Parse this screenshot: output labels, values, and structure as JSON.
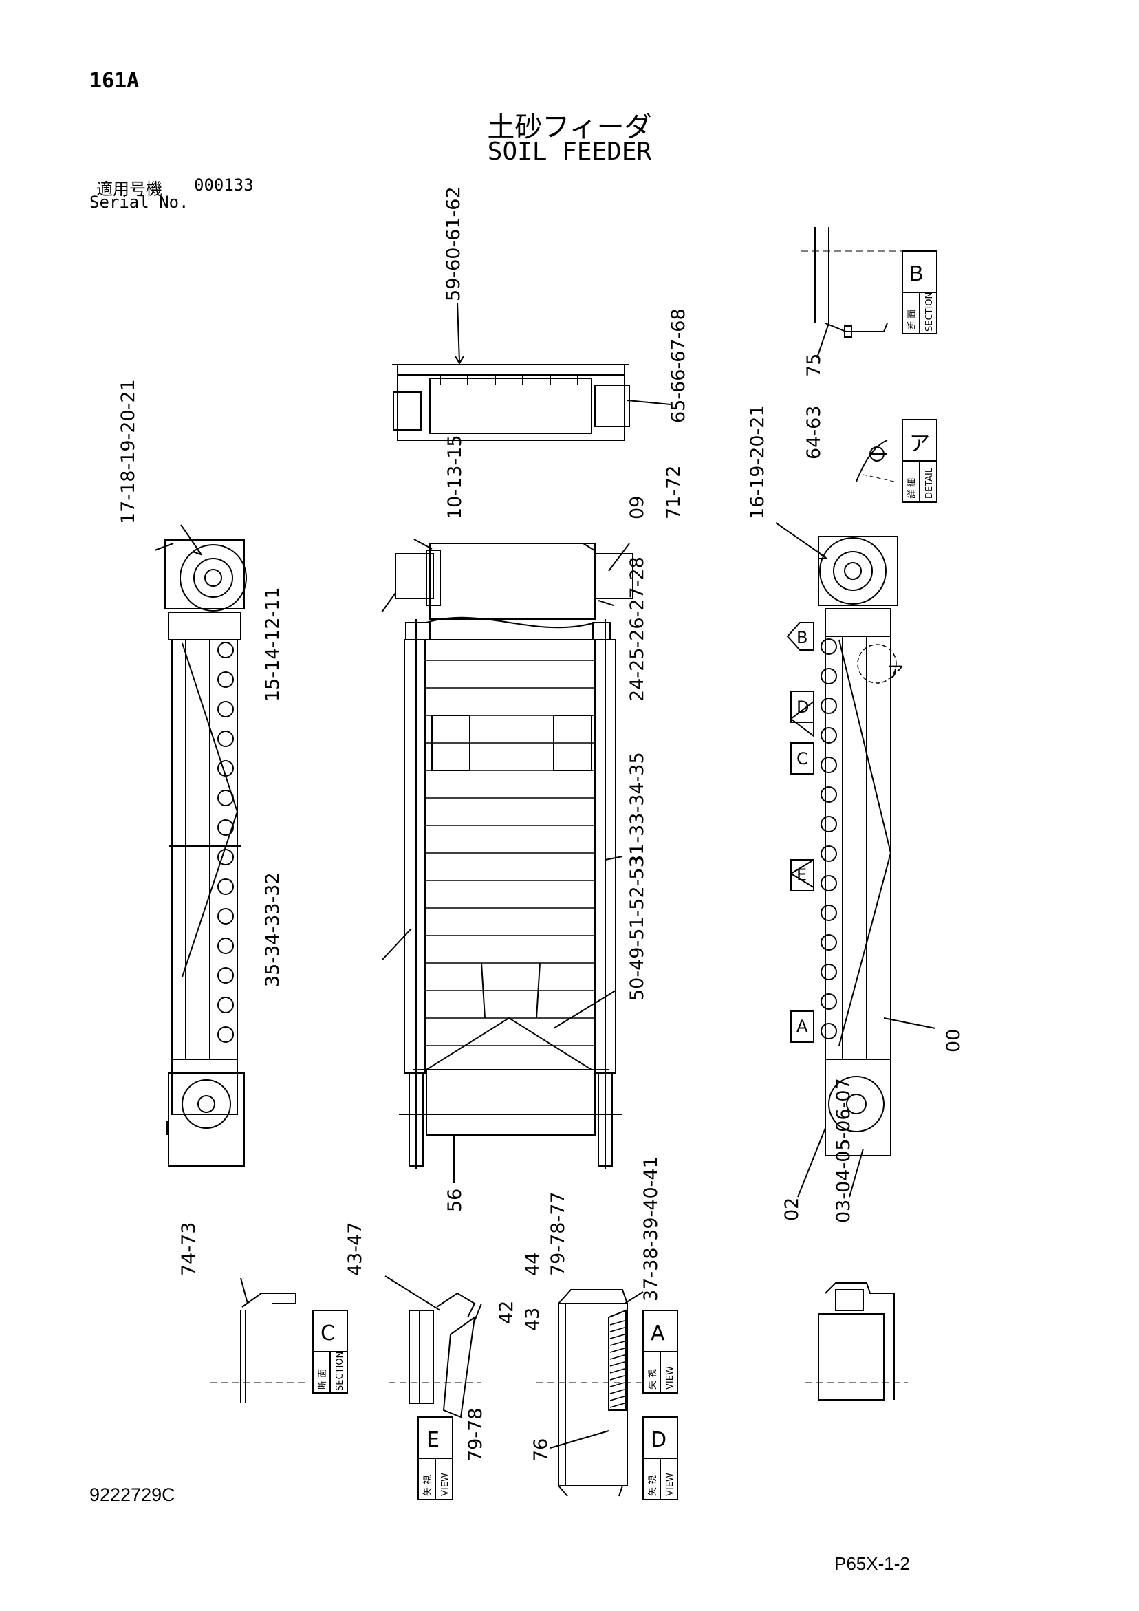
{
  "header": {
    "page_code": "161A",
    "title_jp": "土砂フィーダ",
    "title_en": "SOIL FEEDER",
    "serial_label_jp": "適用号機",
    "serial_number": "000133",
    "serial_label_en": "Serial No."
  },
  "footer": {
    "drawing_number": "9222729C",
    "sheet_ref": "P65X-1-2"
  },
  "callouts": {
    "top_rail": "59-60-61-62",
    "top_right_bracket": "65-66-67-68",
    "section_b_part": "75",
    "detail_parts": "64-63",
    "left_head": "17-18-19-20-21",
    "left_idler": "15-14-12-11",
    "left_frame": "35-34-33-32",
    "center_head": "10-13-15",
    "center_roller": "09",
    "center_bracket": "71-72",
    "center_bearing": "24-25-26-27-28",
    "center_frame": "31-33-34-35",
    "center_chute": "50-49-51-52-53",
    "center_hopper": "56",
    "right_head": "16-19-20-21",
    "right_frame": "00",
    "right_tail": "02",
    "right_tail_parts": "03-04-05-06-07",
    "section_c_parts": "74-73",
    "view_e_top": "43-47",
    "view_e_side": "42",
    "view_e_bottom": "79-78",
    "view_a_top": "44",
    "view_a_top2": "79-78-77",
    "view_a_side": "43",
    "view_a_right": "37-38-39-40-41",
    "view_d_bottom": "76"
  },
  "labels": {
    "section_b": {
      "jp": "断 面",
      "en": "SECTION",
      "letter": "B"
    },
    "detail_a": {
      "jp": "詳 細",
      "en": "DETAIL",
      "letter": "ア"
    },
    "section_c": {
      "jp": "断 面",
      "en": "SECTION",
      "letter": "C"
    },
    "view_e": {
      "jp": "矢 視",
      "en": "VIEW",
      "letter": "E"
    },
    "view_a": {
      "jp": "矢 視",
      "en": "VIEW",
      "letter": "A"
    },
    "view_d": {
      "jp": "矢 視",
      "en": "VIEW",
      "letter": "D"
    },
    "detail_marker": "ア",
    "arrows": {
      "b": "B",
      "d": "D",
      "c": "C",
      "e": "E",
      "a": "A"
    }
  }
}
